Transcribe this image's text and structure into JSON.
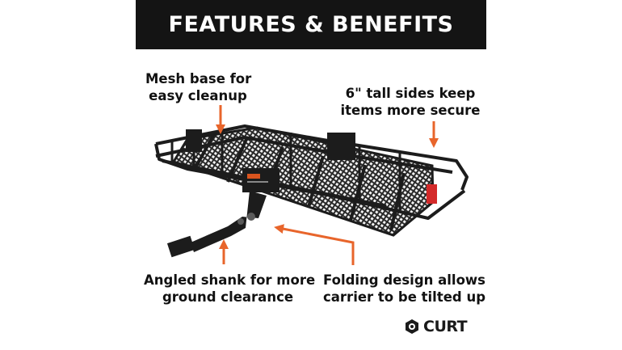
{
  "banner": {
    "title": "FEATURES & BENEFITS"
  },
  "callouts": {
    "mesh_base": [
      "Mesh base for",
      "easy cleanup"
    ],
    "tall_sides": [
      "6\" tall sides keep",
      "items more secure"
    ],
    "angled_shank": [
      "Angled shank for more",
      "ground clearance"
    ],
    "folding_design": [
      "Folding design allows",
      "carrier to be tilted up"
    ]
  },
  "brand": {
    "name": "CURT",
    "logo_icon": "curt-hex-logo-icon"
  },
  "colors": {
    "banner_bg": "#141414",
    "arrow": "#e8652b",
    "text": "#111111",
    "product": "#1c1c1c",
    "reflector": "#d42a2a"
  }
}
